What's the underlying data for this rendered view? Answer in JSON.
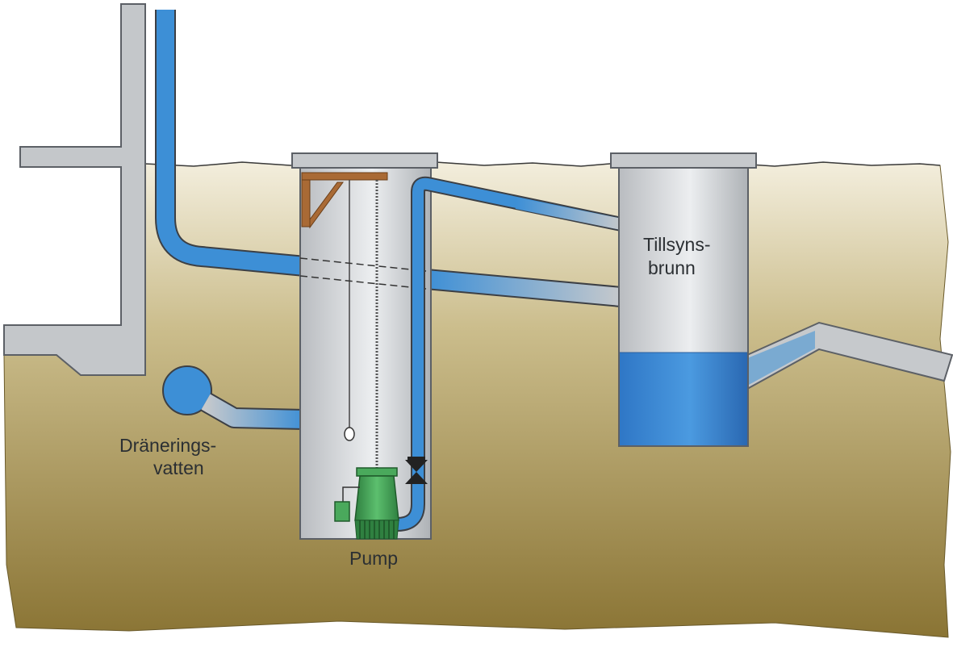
{
  "labels": {
    "dranering_line1": "Dränerings-",
    "dranering_line2": "vatten",
    "tillsyn_line1": "Tillsyns-",
    "tillsyn_line2": "brunn",
    "pump": "Pump"
  },
  "colors": {
    "water": "#3d8fd6",
    "water_dark": "#2f73c0",
    "concrete": "#c6c9cc",
    "concrete_stroke": "#5c6066",
    "soil_top": "#efe9d6",
    "soil_bottom": "#8a7636",
    "pump": "#3d9a4f",
    "bracket": "#a96a35"
  }
}
